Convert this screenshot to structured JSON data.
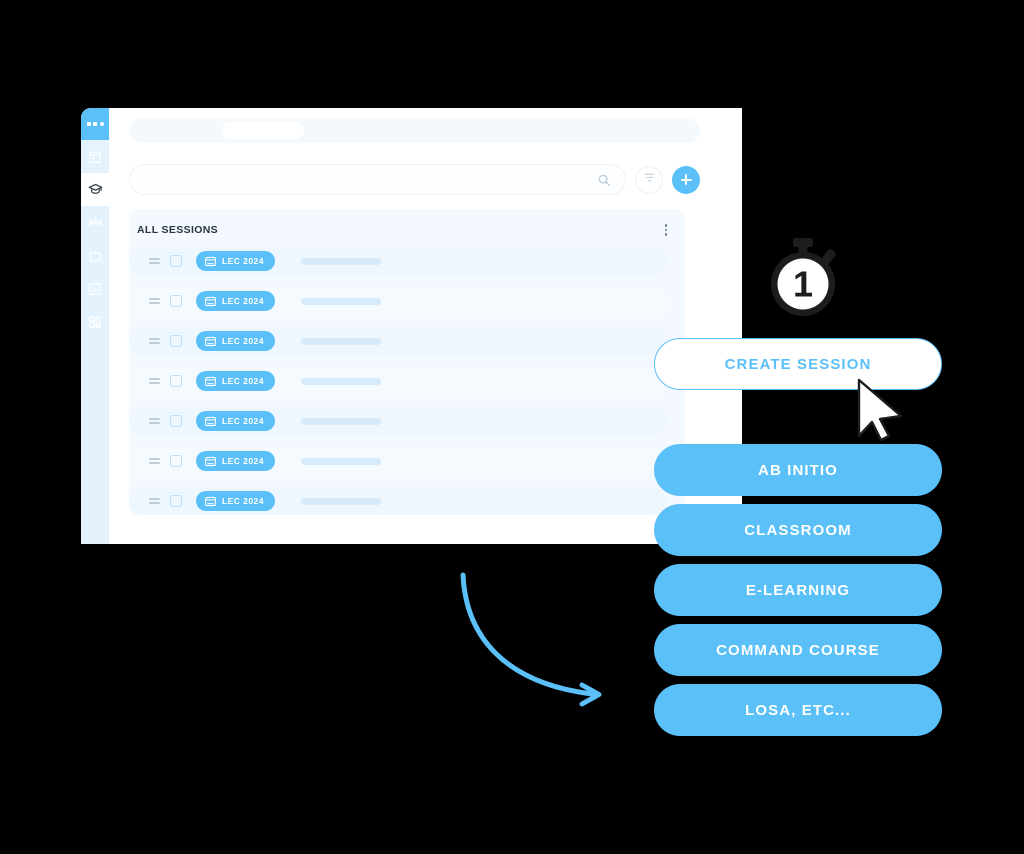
{
  "theme": {
    "accent": "#5BC0F8",
    "accent_light": "#D5EBFB",
    "sidebar_bg": "#E3F2FD",
    "card_bg": "#F3F9FE",
    "row_bg": "#EEF7FE",
    "page_bg": "#000000",
    "text_dark": "#2B3442",
    "white": "#FFFFFF"
  },
  "sidebar": {
    "logo_dots": [
      "square",
      "square",
      "circle"
    ],
    "items": [
      {
        "name": "calendar",
        "icon": "calendar-icon",
        "active": false
      },
      {
        "name": "courses",
        "icon": "graduation-cap-icon",
        "active": true
      },
      {
        "name": "people",
        "icon": "users-icon",
        "active": false
      },
      {
        "name": "files",
        "icon": "folder-icon",
        "active": false
      },
      {
        "name": "reports",
        "icon": "chart-report-icon",
        "active": false
      },
      {
        "name": "apps",
        "icon": "grid-apps-icon",
        "active": false
      }
    ]
  },
  "search": {
    "value": "",
    "placeholder": "",
    "search_icon": "search-icon",
    "filter_icon": "filter-icon",
    "add_icon": "plus-icon"
  },
  "sessions": {
    "title": "ALL SESSIONS",
    "menu_icon": "kebab-menu-icon",
    "rows": [
      {
        "badge": "LEC 2024",
        "badge_icon": "window-icon",
        "checked": false
      },
      {
        "badge": "LEC 2024",
        "badge_icon": "window-icon",
        "checked": false
      },
      {
        "badge": "LEC 2024",
        "badge_icon": "window-icon",
        "checked": false
      },
      {
        "badge": "LEC 2024",
        "badge_icon": "window-icon",
        "checked": false
      },
      {
        "badge": "LEC 2024",
        "badge_icon": "window-icon",
        "checked": false
      },
      {
        "badge": "LEC 2024",
        "badge_icon": "window-icon",
        "checked": false
      },
      {
        "badge": "LEC 2024",
        "badge_icon": "window-icon",
        "checked": false
      }
    ]
  },
  "callout": {
    "step_number": "1",
    "step_icon": "stopwatch-icon",
    "arrow_icon": "curved-arrow-icon",
    "cursor_icon": "cursor-arrow-icon"
  },
  "actions": {
    "primary": {
      "label": "CREATE SESSION",
      "style": "outline"
    },
    "options": [
      {
        "label": "AB INITIO"
      },
      {
        "label": "CLASSROOM"
      },
      {
        "label": "E-LEARNING"
      },
      {
        "label": "COMMAND COURSE"
      },
      {
        "label": "LOSA, ETC..."
      }
    ]
  }
}
